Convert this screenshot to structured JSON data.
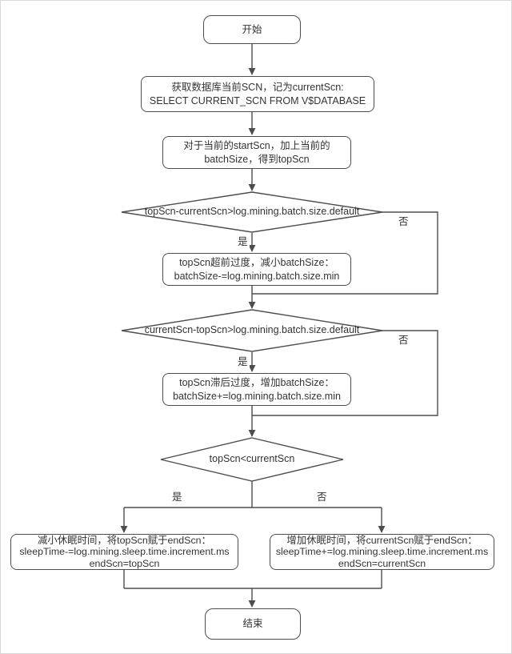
{
  "colors": {
    "stroke": "#4d4d4d",
    "text": "#333333",
    "background": "#ffffff",
    "page_border": "#d8d8d8"
  },
  "nodes": {
    "start": {
      "label": "开始"
    },
    "fetch_scn": {
      "text": "获取数据库当前SCN，记为currentScn:\nSELECT CURRENT_SCN FROM V$DATABASE"
    },
    "compute_topscn": {
      "text": "对于当前的startScn，加上当前的\nbatchSize，得到topScn"
    },
    "decision_ahead": {
      "text": "topScn-currentScn>log.mining.batch.size.default"
    },
    "reduce_batch": {
      "text": "topScn超前过度，减小batchSize：\nbatchSize-=log.mining.batch.size.min"
    },
    "decision_behind": {
      "text": "currentScn-topScn>log.mining.batch.size.default"
    },
    "increase_batch": {
      "text": "topScn滞后过度，增加batchSize：\nbatchSize+=log.mining.batch.size.min"
    },
    "decision_top_lt_current": {
      "text": "topScn<currentScn"
    },
    "decrease_sleep": {
      "text": "减小休眠时间，将topScn赋于endScn：\nsleepTime-=log.mining.sleep.time.increment.ms\nendScn=topScn"
    },
    "increase_sleep": {
      "text": "增加休眠时间，将currentScn赋于endScn：\nsleepTime+=log.mining.sleep.time.increment.ms\nendScn=currentScn"
    },
    "end": {
      "label": "结束"
    }
  },
  "edge_labels": {
    "decision_ahead_yes": "是",
    "decision_ahead_no": "否",
    "decision_behind_yes": "是",
    "decision_behind_no": "否",
    "decision_final_yes": "是",
    "decision_final_no": "否"
  }
}
